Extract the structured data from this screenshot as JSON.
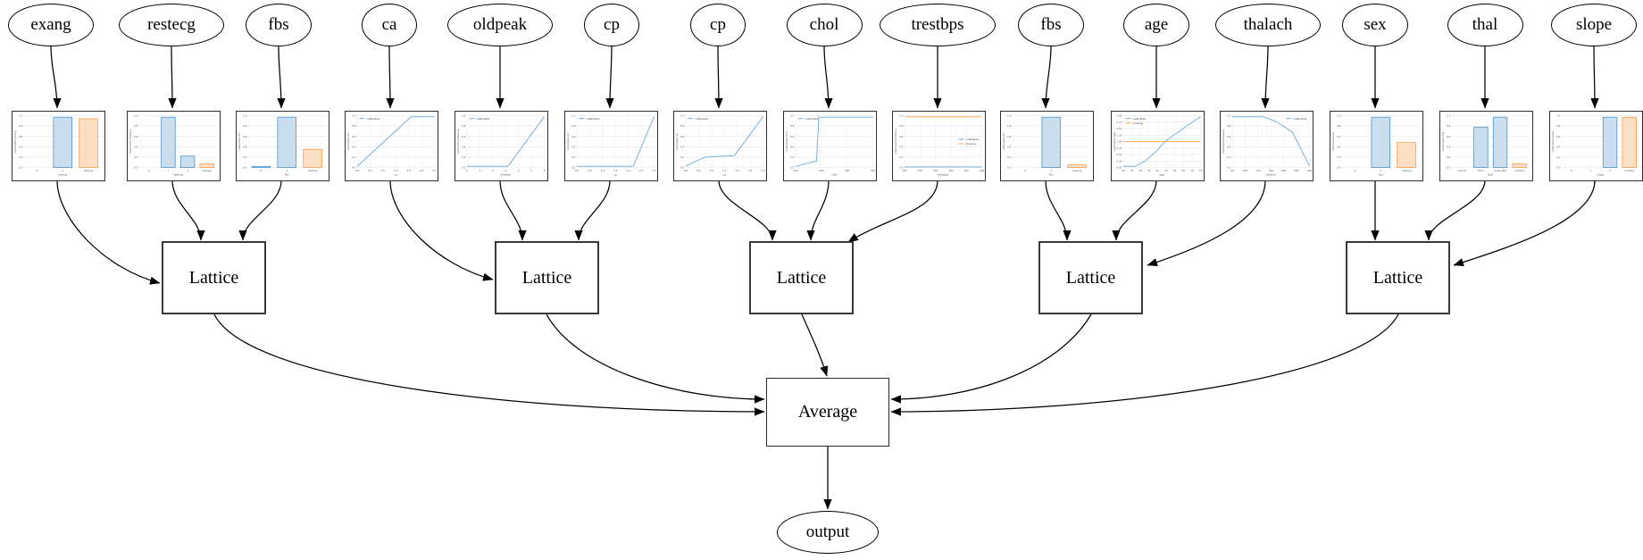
{
  "lattice_label": "Lattice",
  "average_label": "Average",
  "output_label": "output",
  "colors": {
    "edge": "#000000",
    "calibrated_line": "#79b1dc",
    "missing_line": "#fbaf68",
    "bar_blue_fill": "#cadef0",
    "bar_blue_stroke": "#4f94c8",
    "bar_orange_fill": "#fde0c3",
    "bar_orange_stroke": "#f59b52"
  },
  "lattices": [
    {
      "inputs": [
        0,
        1,
        2
      ]
    },
    {
      "inputs": [
        3,
        4,
        5
      ]
    },
    {
      "inputs": [
        6,
        7,
        8
      ]
    },
    {
      "inputs": [
        9,
        10,
        11
      ]
    },
    {
      "inputs": [
        12,
        13,
        14
      ]
    }
  ],
  "features": [
    {
      "label": "exang",
      "chart": {
        "type": "bar",
        "xlabel": "exang",
        "ylabel": "calibrated exang",
        "xticks": [
          "0",
          "1",
          "missing"
        ],
        "yticks": [
          "0.0",
          "0.2",
          "0.4",
          "0.6",
          "0.8",
          "1.0"
        ],
        "bars": [
          {
            "cat": "1",
            "value": 0.97,
            "color": "blue"
          },
          {
            "cat": "missing",
            "value": 0.94,
            "color": "orange"
          }
        ]
      }
    },
    {
      "label": "restecg",
      "chart": {
        "type": "bar",
        "xlabel": "restecg",
        "ylabel": "calibrated restecg",
        "xticks": [
          "0",
          "1",
          "2",
          "missing"
        ],
        "yticks": [
          "0.0",
          "0.2",
          "0.4",
          "0.6",
          "0.8",
          "1.0"
        ],
        "bars": [
          {
            "cat": "1",
            "value": 0.97,
            "color": "blue"
          },
          {
            "cat": "2",
            "value": 0.22,
            "color": "blue"
          },
          {
            "cat": "missing",
            "value": 0.07,
            "color": "orange"
          }
        ]
      }
    },
    {
      "label": "fbs",
      "chart": {
        "type": "bar",
        "xlabel": "fbs",
        "ylabel": "calibrated fbs",
        "xticks": [
          "0",
          "1",
          "missing"
        ],
        "yticks": [
          "0.0",
          "0.2",
          "0.4",
          "0.6",
          "0.8",
          "1.0"
        ],
        "bars": [
          {
            "cat": "0",
            "value": 0.02,
            "color": "blue"
          },
          {
            "cat": "1",
            "value": 0.97,
            "color": "blue"
          },
          {
            "cat": "missing",
            "value": 0.35,
            "color": "orange"
          }
        ]
      }
    },
    {
      "label": "ca",
      "chart": {
        "type": "line",
        "xlabel": "ca",
        "ylabel": "calibrated ca",
        "xticks": [
          "0.0",
          "0.5",
          "1.0",
          "1.5",
          "2.0",
          "2.5",
          "3.0"
        ],
        "yticks": [
          "0.0",
          "0.2",
          "0.4",
          "0.6",
          "0.8",
          "1.0"
        ],
        "legend_pos": "tl",
        "lines": [
          {
            "label": "calibrated",
            "color": "blue",
            "points": [
              [
                0,
                0.02
              ],
              [
                0.7,
                0.98
              ],
              [
                1,
                0.98
              ]
            ]
          }
        ]
      }
    },
    {
      "label": "oldpeak",
      "chart": {
        "type": "line",
        "xlabel": "oldpeak",
        "ylabel": "calibrated oldpeak",
        "xticks": [
          "0",
          "1",
          "2",
          "3",
          "4",
          "5",
          "6"
        ],
        "yticks": [
          "0.0",
          "0.2",
          "0.4",
          "0.6",
          "0.8",
          "1.0"
        ],
        "legend_pos": "tl",
        "lines": [
          {
            "label": "calibrated",
            "color": "blue",
            "points": [
              [
                0,
                0.02
              ],
              [
                0.53,
                0.02
              ],
              [
                1,
                0.98
              ]
            ]
          }
        ]
      }
    },
    {
      "label": "cp",
      "chart": {
        "type": "line",
        "xlabel": "cp",
        "ylabel": "calibrated cp",
        "xticks": [
          "0.0",
          "0.5",
          "1.0",
          "1.5",
          "2.0",
          "2.5",
          "3.0"
        ],
        "yticks": [
          "0.0",
          "0.2",
          "0.4",
          "0.6",
          "0.8",
          "1.0"
        ],
        "legend_pos": "tl",
        "lines": [
          {
            "label": "calibrated",
            "color": "blue",
            "points": [
              [
                0,
                0.02
              ],
              [
                0.73,
                0.02
              ],
              [
                1,
                0.98
              ]
            ]
          }
        ]
      }
    },
    {
      "label": "cp",
      "chart": {
        "type": "line",
        "xlabel": "cp",
        "ylabel": "calibrated cp",
        "xticks": [
          "0.0",
          "0.5",
          "1.0",
          "1.5",
          "2.0",
          "2.5",
          "3.0"
        ],
        "yticks": [
          "0.0",
          "0.2",
          "0.4",
          "0.6",
          "0.8",
          "1.0"
        ],
        "legend_pos": "tl",
        "lines": [
          {
            "label": "calibrated",
            "color": "blue",
            "points": [
              [
                0,
                0.03
              ],
              [
                0.25,
                0.2
              ],
              [
                0.63,
                0.23
              ],
              [
                1,
                0.98
              ]
            ]
          }
        ]
      }
    },
    {
      "label": "chol",
      "chart": {
        "type": "line",
        "xlabel": "chol",
        "ylabel": "calibrated chol",
        "xticks": [
          "200",
          "300",
          "400",
          "500"
        ],
        "yticks": [
          "0.0",
          "0.2",
          "0.4",
          "0.6",
          "0.8",
          "1.0"
        ],
        "legend_pos": "tl",
        "lines": [
          {
            "label": "calibrated",
            "color": "blue",
            "points": [
              [
                0,
                0.02
              ],
              [
                0.2,
                0.1
              ],
              [
                0.27,
                0.12
              ],
              [
                0.3,
                0.97
              ],
              [
                1,
                0.97
              ]
            ]
          }
        ]
      }
    },
    {
      "label": "trestbps",
      "chart": {
        "type": "line",
        "xlabel": "trestbps",
        "ylabel": "calibrated trestbps",
        "xticks": [
          "100",
          "120",
          "140",
          "160",
          "180",
          "200"
        ],
        "yticks": [
          "0.0",
          "0.2",
          "0.4",
          "0.6",
          "0.8",
          "1.0"
        ],
        "legend_pos": "mr",
        "lines": [
          {
            "label": "calibrated",
            "color": "blue",
            "points": [
              [
                0,
                0.01
              ],
              [
                1,
                0.01
              ]
            ]
          },
          {
            "label": "missing",
            "color": "orange",
            "points": [
              [
                0,
                0.98
              ],
              [
                1,
                0.98
              ]
            ]
          }
        ]
      }
    },
    {
      "label": "fbs",
      "chart": {
        "type": "bar",
        "xlabel": "fbs",
        "ylabel": "calibrated fbs",
        "xticks": [
          "0",
          "1",
          "missing"
        ],
        "yticks": [
          "0.0",
          "0.2",
          "0.4",
          "0.6",
          "0.8",
          "1.0"
        ],
        "bars": [
          {
            "cat": "1",
            "value": 0.97,
            "color": "blue"
          },
          {
            "cat": "missing",
            "value": 0.05,
            "color": "orange"
          }
        ]
      }
    },
    {
      "label": "age",
      "chart": {
        "type": "line",
        "xlabel": "age",
        "ylabel": "calibrated age",
        "xticks": [
          "30",
          "35",
          "40",
          "45",
          "50",
          "55",
          "60",
          "65",
          "70",
          "75"
        ],
        "yticks": [
          "0.00",
          "0.25",
          "0.50",
          "0.75",
          "1.00",
          "1.25",
          "1.50",
          "1.75",
          "2.00"
        ],
        "legend_pos": "tl",
        "lines": [
          {
            "label": "calibrated",
            "color": "blue",
            "points": [
              [
                0,
                0.02
              ],
              [
                0.15,
                0.02
              ],
              [
                0.28,
                0.12
              ],
              [
                0.42,
                0.3
              ],
              [
                0.52,
                0.47
              ],
              [
                0.65,
                0.62
              ],
              [
                0.82,
                0.8
              ],
              [
                1,
                0.98
              ]
            ]
          },
          {
            "label": "missing",
            "color": "orange",
            "points": [
              [
                0,
                0.5
              ],
              [
                1,
                0.5
              ]
            ]
          }
        ]
      }
    },
    {
      "label": "thalach",
      "chart": {
        "type": "line",
        "xlabel": "thalach",
        "ylabel": "calibrated thalach",
        "xticks": [
          "80",
          "100",
          "120",
          "140",
          "160",
          "180",
          "200"
        ],
        "yticks": [
          "0.0",
          "0.2",
          "0.4",
          "0.6",
          "0.8",
          "1.0"
        ],
        "legend_pos": "tr",
        "lines": [
          {
            "label": "calibrated",
            "color": "blue",
            "points": [
              [
                0,
                0.98
              ],
              [
                0.4,
                0.98
              ],
              [
                0.58,
                0.88
              ],
              [
                0.78,
                0.68
              ],
              [
                1,
                0.03
              ]
            ]
          }
        ]
      }
    },
    {
      "label": "sex",
      "chart": {
        "type": "bar",
        "xlabel": "sex",
        "ylabel": "calibrated sex",
        "xticks": [
          "0",
          "1",
          "missing"
        ],
        "yticks": [
          "0.0",
          "0.2",
          "0.4",
          "0.6",
          "0.8",
          "1.0"
        ],
        "bars": [
          {
            "cat": "1",
            "value": 0.97,
            "color": "blue"
          },
          {
            "cat": "missing",
            "value": 0.48,
            "color": "orange"
          }
        ]
      }
    },
    {
      "label": "thal",
      "chart": {
        "type": "bar",
        "xlabel": "thal",
        "ylabel": "calibrated thal",
        "xticks": [
          "normal",
          "fixed",
          "reversible",
          "missing"
        ],
        "yticks": [
          "0.0",
          "0.2",
          "0.4",
          "0.6",
          "0.8",
          "1.0"
        ],
        "bars": [
          {
            "cat": "fixed",
            "value": 0.78,
            "color": "blue"
          },
          {
            "cat": "reversible",
            "value": 0.97,
            "color": "blue"
          },
          {
            "cat": "missing",
            "value": 0.07,
            "color": "orange"
          }
        ]
      }
    },
    {
      "label": "slope",
      "chart": {
        "type": "bar",
        "xlabel": "slope",
        "ylabel": "calibrated slope",
        "xticks": [
          "0",
          "1",
          "2",
          "missing"
        ],
        "yticks": [
          "0.0",
          "0.2",
          "0.4",
          "0.6",
          "0.8",
          "1.0"
        ],
        "bars": [
          {
            "cat": "2",
            "value": 0.97,
            "color": "blue"
          },
          {
            "cat": "missing",
            "value": 0.97,
            "color": "orange"
          }
        ]
      }
    }
  ]
}
